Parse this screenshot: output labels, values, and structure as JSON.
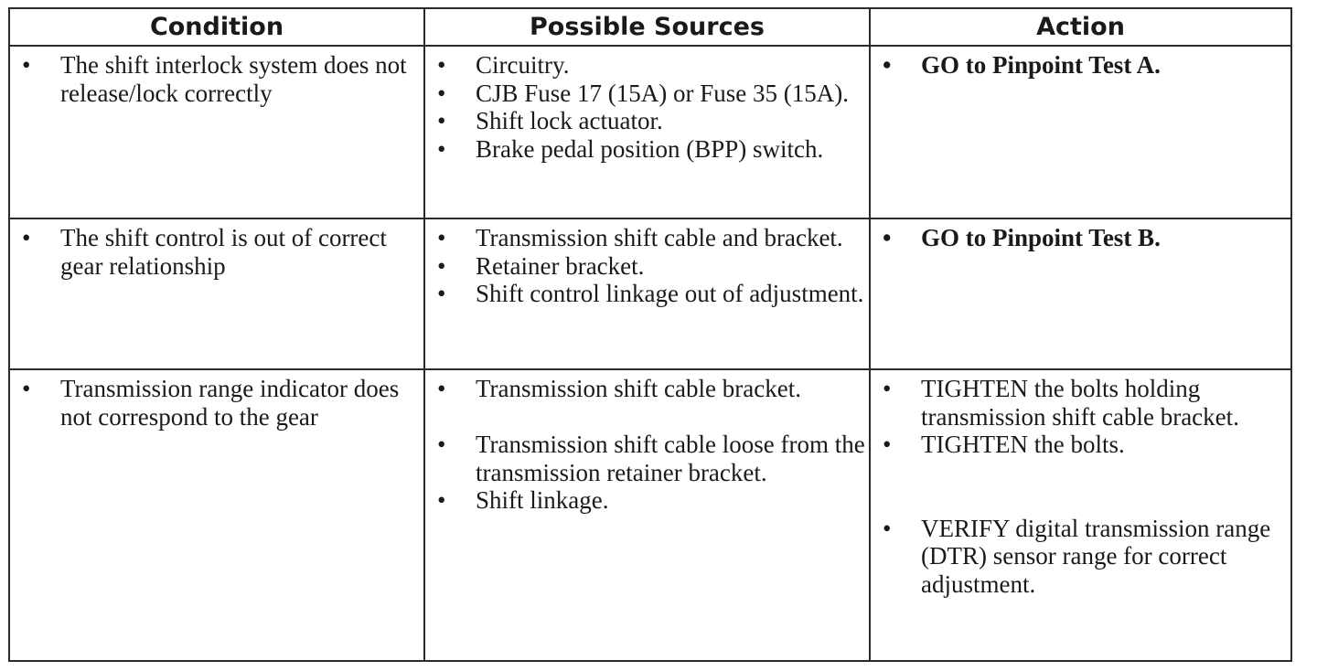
{
  "table": {
    "headers": [
      "Condition",
      "Possible Sources",
      "Action"
    ],
    "rows": [
      {
        "condition": "The shift interlock system does not release/lock correctly",
        "sources": [
          "Circuitry.",
          "CJB Fuse 17 (15A) or Fuse 35 (15A).",
          "Shift lock actuator.",
          "Brake pedal position (BPP) switch."
        ],
        "actions": [
          "GO to Pinpoint Test A."
        ]
      },
      {
        "condition": "The shift control is out of correct gear relationship",
        "sources": [
          "Transmission shift cable and bracket.",
          "Retainer bracket.",
          "Shift control linkage out of adjustment."
        ],
        "actions": [
          "GO to Pinpoint Test B."
        ]
      },
      {
        "condition": "Transmission range indicator does not correspond to the gear",
        "sources": [
          "Transmission shift cable bracket.",
          "Transmission shift cable loose from the transmission retainer bracket.",
          "Shift linkage."
        ],
        "actions": [
          "TIGHTEN the bolts holding transmission shift cable bracket.",
          "TIGHTEN the bolts.",
          "VERIFY digital transmission range (DTR) sensor range for correct adjustment."
        ]
      }
    ]
  }
}
